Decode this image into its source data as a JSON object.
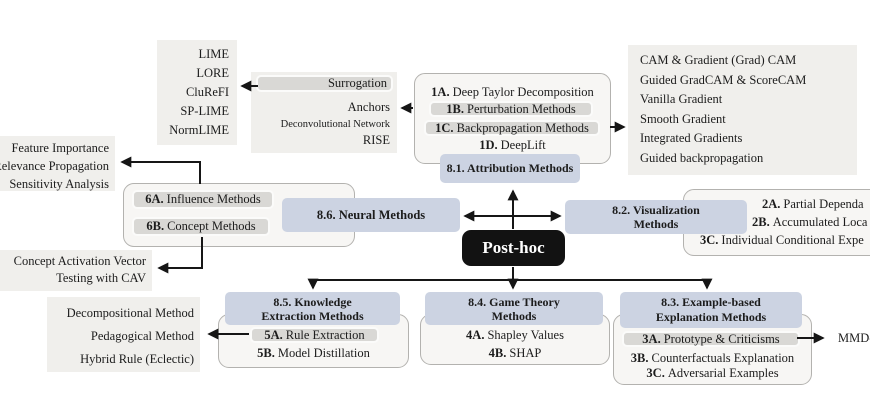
{
  "colors": {
    "node_blue": "#ccd3e2",
    "bar_gray": "#d9d8d5",
    "list_gray": "#f0efec",
    "group_bg": "#f7f6f4",
    "group_border": "#b3b2af",
    "center_bg": "#121212",
    "center_text": "#ffffff",
    "arrow": "#161616"
  },
  "center": {
    "label": "Post-hoc"
  },
  "lists": {
    "lime_variants": {
      "items": [
        "LIME",
        "LORE",
        "CluReFI",
        "SP-LIME",
        "NormLIME"
      ]
    },
    "perturbation_examples": {
      "bar": "Surrogation",
      "items": [
        "Anchors",
        "Deconvolutional Network",
        "RISE"
      ]
    },
    "backprop_examples": {
      "items": [
        "CAM & Gradient (Grad) CAM",
        "Guided GradCAM & ScoreCAM",
        "Vanilla Gradient",
        "Smooth Gradient",
        "Integrated Gradients",
        "Guided backpropagation"
      ]
    },
    "influence_examples": {
      "items": [
        "Feature Importance",
        "Relevance Propagation",
        "Sensitivity Analysis"
      ]
    },
    "concept_examples": {
      "items": [
        "Concept Activation Vector",
        "Testing with CAV"
      ]
    },
    "rule_extraction_examples": {
      "items": [
        "Decompositional Method",
        "Pedagogical Method",
        "Hybrid Rule (Eclectic)"
      ]
    },
    "prototype_example": "MMD-"
  },
  "groups": {
    "attribution": {
      "title": "8.1. Attribution Methods",
      "rows": [
        {
          "prefix": "1A.",
          "label": "Deep Taylor Decomposition"
        },
        {
          "prefix": "1B.",
          "label": "Perturbation Methods"
        },
        {
          "prefix": "1C.",
          "label": "Backpropagation Methods"
        },
        {
          "prefix": "1D.",
          "label": "DeepLift"
        }
      ]
    },
    "visualization": {
      "title_line1": "8.2. Visualization",
      "title_line2": "Methods",
      "rows": [
        {
          "prefix": "2A.",
          "label": "Partial Dependa"
        },
        {
          "prefix": "2B.",
          "label": "Accumulated Loca"
        },
        {
          "prefix": "3C.",
          "label": "Individual Conditional Expe"
        }
      ]
    },
    "example_based": {
      "title_line1": "8.3. Example-based",
      "title_line2": "Explanation Methods",
      "rows": [
        {
          "prefix": "3A.",
          "label": "Prototype & Criticisms"
        },
        {
          "prefix": "3B.",
          "label": "Counterfactuals Explanation"
        },
        {
          "prefix": "3C.",
          "label": "Adversarial Examples"
        }
      ]
    },
    "game_theory": {
      "title_line1": "8.4. Game Theory",
      "title_line2": "Methods",
      "rows": [
        {
          "prefix": "4A.",
          "label": "Shapley Values"
        },
        {
          "prefix": "4B.",
          "label": "SHAP"
        }
      ]
    },
    "knowledge_extraction": {
      "title_line1": "8.5. Knowledge",
      "title_line2": "Extraction Methods",
      "rows": [
        {
          "prefix": "5A.",
          "label": "Rule Extraction"
        },
        {
          "prefix": "5B.",
          "label": "Model Distillation"
        }
      ]
    },
    "neural": {
      "title": "8.6. Neural Methods",
      "rows": [
        {
          "prefix": "6A.",
          "label": "Influence Methods"
        },
        {
          "prefix": "6B.",
          "label": "Concept Methods"
        }
      ]
    }
  }
}
